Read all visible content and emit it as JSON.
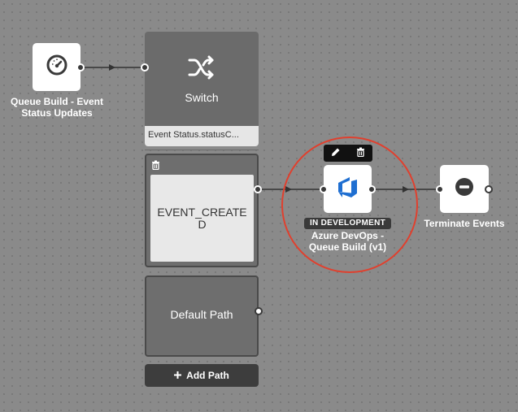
{
  "nodes": {
    "queue_build": {
      "label": "Queue Build - Event Status Updates",
      "icon": "speedometer-icon"
    },
    "switch": {
      "title": "Switch",
      "condition": "Event Status.statusC...",
      "icon": "shuffle-icon"
    },
    "event_created_path": {
      "label": "EVENT_CREATED",
      "delete_icon": "trash-icon"
    },
    "default_path": {
      "label": "Default Path"
    },
    "add_path": {
      "label": "Add Path",
      "icon": "plus-icon"
    },
    "azure_devops": {
      "status_badge": "IN DEVELOPMENT",
      "label": "Azure DevOps - Queue Build (v1)",
      "icon": "azure-devops-icon",
      "toolbar": [
        "pencil-icon",
        "trash-icon"
      ]
    },
    "terminate": {
      "label": "Terminate Events",
      "icon": "minus-circle-icon"
    }
  },
  "colors": {
    "canvas": "#8a8a8a",
    "highlight": "#e0402e",
    "azure_blue": "#1f6fd1",
    "connector": "#333333"
  }
}
